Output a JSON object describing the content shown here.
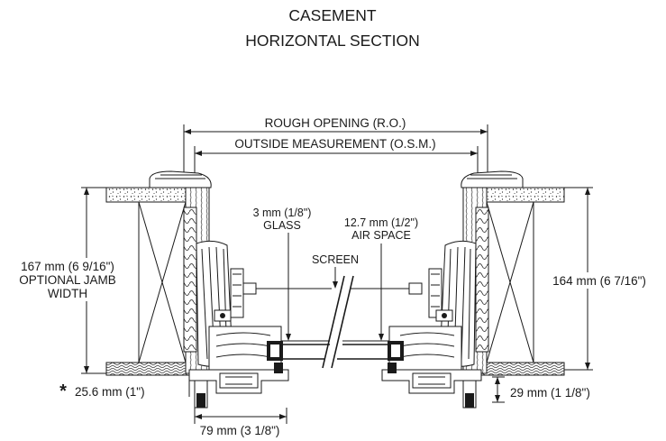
{
  "title": {
    "line1": "CASEMENT",
    "line2": "HORIZONTAL SECTION"
  },
  "labels": {
    "rough_opening": "ROUGH OPENING (R.O.)",
    "outside_measurement": "OUTSIDE MEASUREMENT (O.S.M.)",
    "glass_line1": "3 mm (1/8\")",
    "glass_line2": "GLASS",
    "air_space_line1": "12.7 mm (1/2\")",
    "air_space_line2": "AIR SPACE",
    "screen": "SCREEN",
    "jamb_line1": "167 mm (6 9/16\")",
    "jamb_line2": "OPTIONAL JAMB",
    "jamb_line3": "WIDTH",
    "right_depth": "164 mm (6 7/16\")",
    "asterisk": "*",
    "left_offset": "25.6 mm (1\")",
    "right_offset": "29 mm (1 1/8\")",
    "bottom_width": "79 mm (3 1/8\")"
  }
}
